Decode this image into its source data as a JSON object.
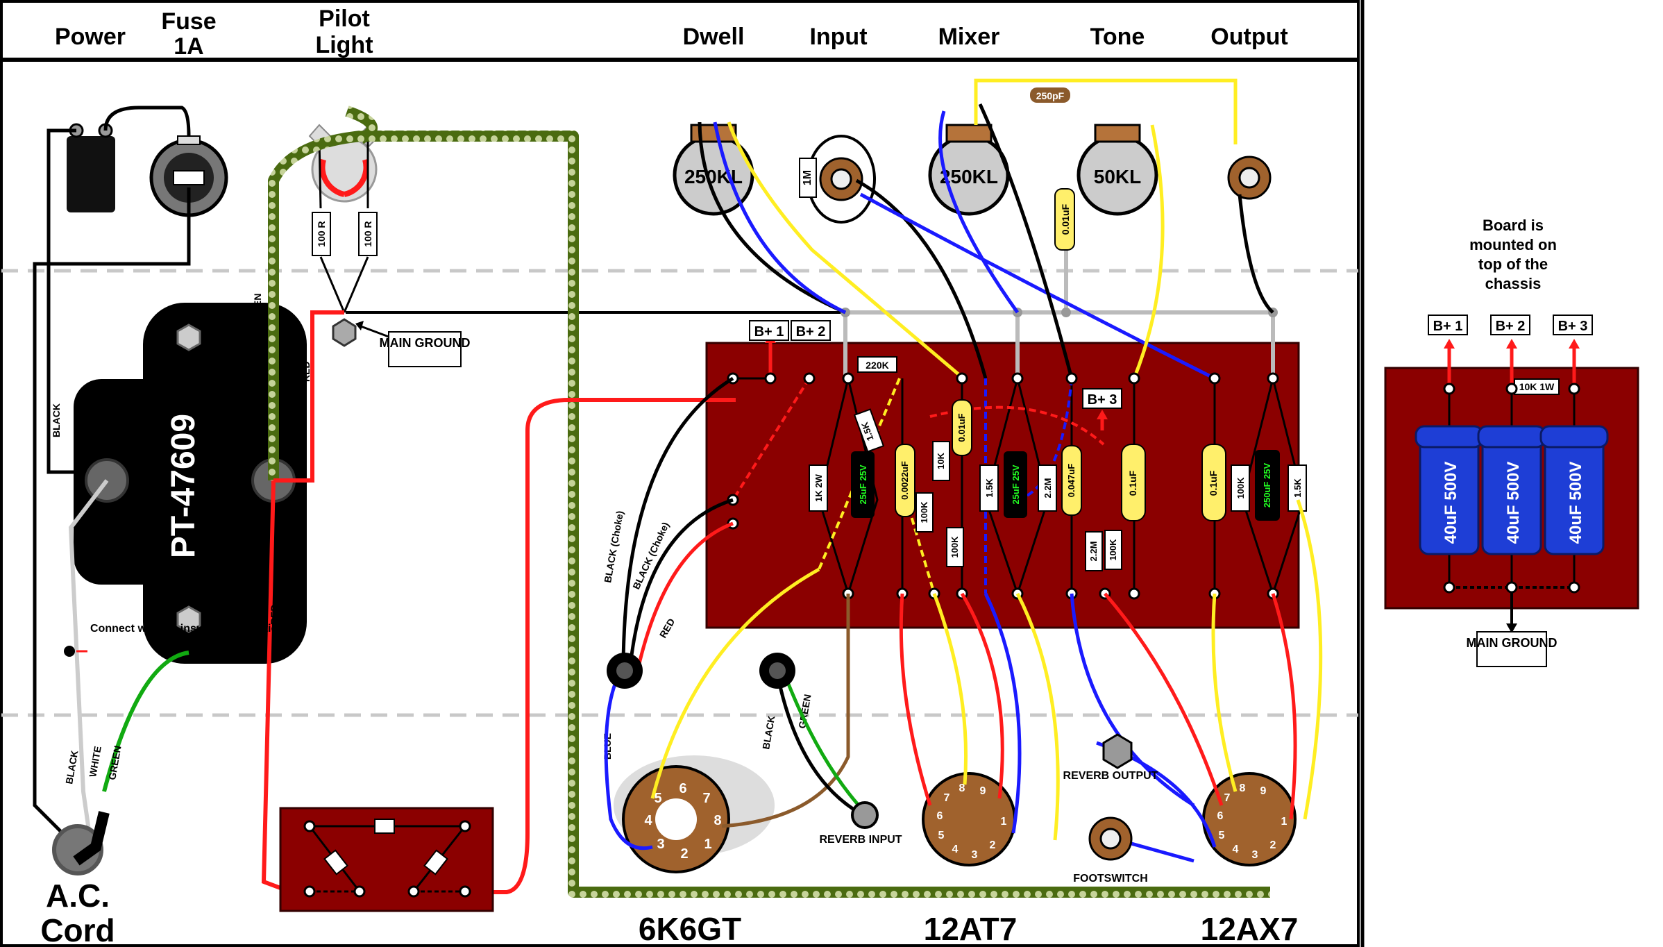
{
  "headers": {
    "power": "Power",
    "fuse_line1": "Fuse",
    "fuse_line2": "1A",
    "pilot_line1": "Pilot",
    "pilot_line2": "Light",
    "dwell": "Dwell",
    "input": "Input",
    "mixer": "Mixer",
    "tone": "Tone",
    "output": "Output"
  },
  "pots": {
    "dwell": "250KL",
    "mixer": "250KL",
    "tone": "50KL",
    "tone_cap": "0.01uF",
    "mixer_tone_cap": "250pF",
    "input_resistor": "1M"
  },
  "transformer": "PT-47609",
  "pilot": {
    "resistor_left": "100 R",
    "resistor_right": "100 R"
  },
  "main_ground": "MAIN GROUND",
  "bplus": {
    "b1": "B+ 1",
    "b2": "B+ 2",
    "b3": "B+ 3"
  },
  "components": {
    "r220k": "220K",
    "r1k2w": "1K 2W",
    "c25uf_a": "25uF 25V",
    "r1_5k_a": "1.5K",
    "c0_0022": "0.0022uF",
    "r100k_a": "100K",
    "r10k": "10K",
    "c0_01_b": "0.01uF",
    "r100k_b": "100K",
    "r1_5k_b": "1.5K",
    "c25uf_b": "25uF 25V",
    "r2_2m_a": "2.2M",
    "c0_047": "0.047uF",
    "c0_1_a": "0.1uF",
    "r2_2m_b": "2.2M",
    "r100k_c": "100K",
    "c0_1_b": "0.1uF",
    "r100k_d": "100K",
    "c250uf": "250uF 25V",
    "r1_5k_c": "1.5K"
  },
  "wire_labels": {
    "black": "BLACK",
    "white": "WHITE",
    "green": "GREEN",
    "red": "RED",
    "green_green": "GREEN & GREEN",
    "black_choke": "BLACK (Choke)",
    "blue": "BLUE"
  },
  "note_connect": "Connect wires & insulate connection",
  "ac_line1": "A.C.",
  "ac_line2": "Cord",
  "tubes": {
    "t1": "6K6GT",
    "t2": "12AT7",
    "t3": "12AX7"
  },
  "tube_pins_octal": [
    "1",
    "2",
    "3",
    "4",
    "5",
    "6",
    "7",
    "8"
  ],
  "tube_pins_noval": [
    "1",
    "2",
    "3",
    "4",
    "5",
    "6",
    "7",
    "8",
    "9"
  ],
  "jacks": {
    "reverb_input": "REVERB INPUT",
    "reverb_output": "REVERB OUTPUT",
    "footswitch": "FOOTSWITCH"
  },
  "side_board": {
    "note_lines": [
      "Board is",
      "mounted on",
      "top of the",
      "chassis"
    ],
    "resistor": "10K 1W",
    "cap_label": "40uF 500V"
  },
  "colors": {
    "board": "#8b0000",
    "chassis_line": "#000000",
    "dash_line": "#c8c8c8",
    "twisted_green": "#4a6b10",
    "wire_red": "#ff1a1a",
    "wire_blue": "#1a1aff",
    "wire_yellow": "#ffee22",
    "cap_blue": "#1e3ed6",
    "socket_brown": "#a0622d"
  }
}
